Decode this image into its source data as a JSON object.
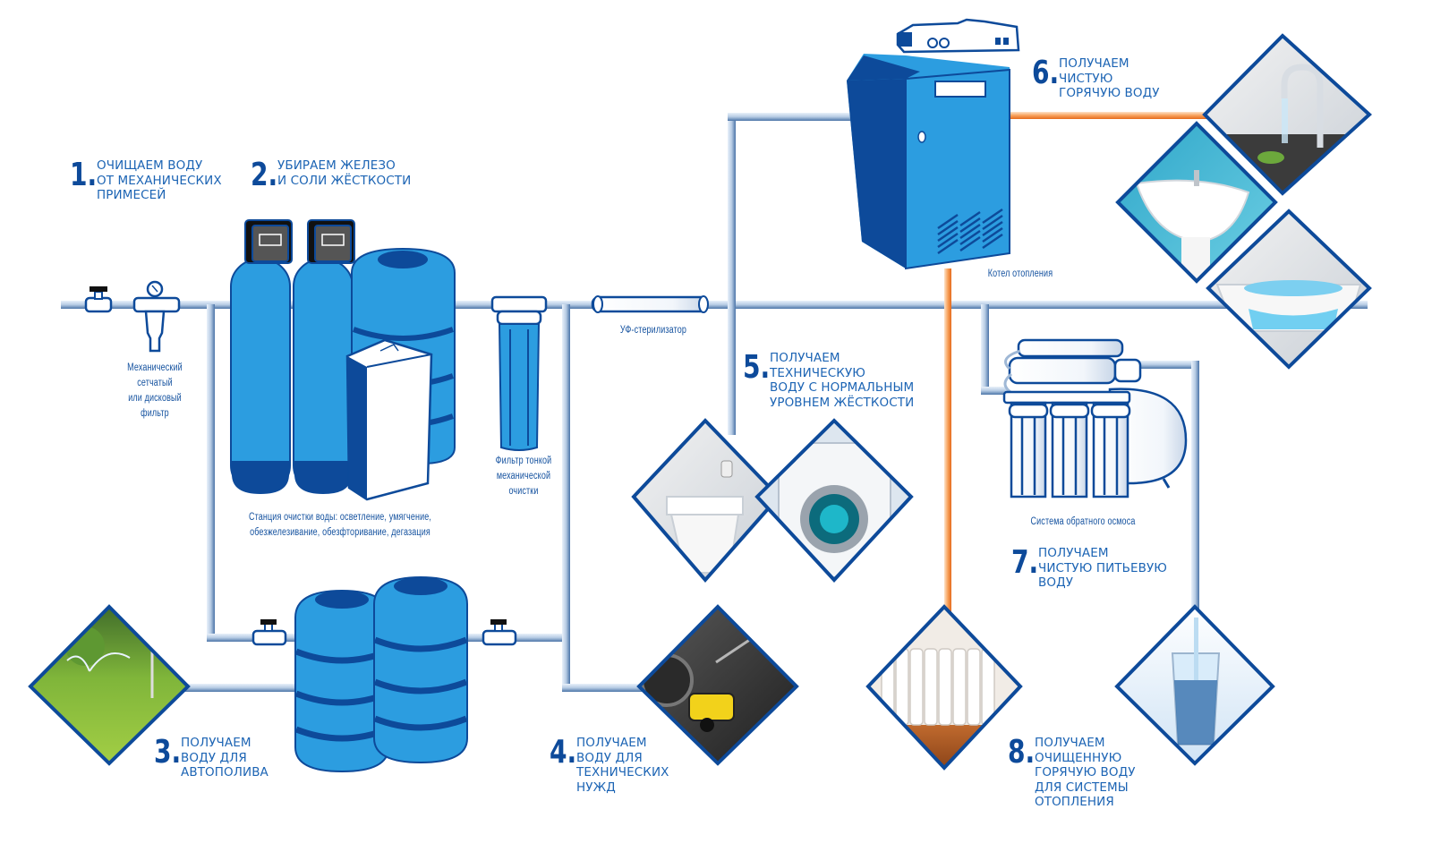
{
  "title": "Схема системы водоочистки",
  "colors": {
    "pipe": "#9fb8d6",
    "pipe_dark": "#3e6aa3",
    "hot_pipe": "#f08a3c",
    "equipment_blue": "#2c9de0",
    "equipment_dark": "#0d4a9a",
    "label_text": "#1c64b4",
    "number": "#0d4a9a"
  },
  "steps": [
    {
      "number": "1.",
      "text": "Очищаем воду\nот механических\nпримесей"
    },
    {
      "number": "2.",
      "text": "Убираем железо\nи соли жёсткости"
    },
    {
      "number": "3.",
      "text": "Получаем\nводу для\nавтополива"
    },
    {
      "number": "4.",
      "text": "Получаем\nводу для\nтехнических\nнужд"
    },
    {
      "number": "5.",
      "text": "Получаем\nтехническую\nводу с нормальным\nуровнем жёсткости"
    },
    {
      "number": "6.",
      "text": "Получаем\nчистую\nгорячую воду"
    },
    {
      "number": "7.",
      "text": "Получаем\nчистую питьевую\nводу"
    },
    {
      "number": "8.",
      "text": "Получаем\nочищенную\nгорячую воду\nдля системы\nотопления"
    }
  ],
  "captions": {
    "mechanical_filter": "Механический\nсетчатый\nили дисковый\nфильтр",
    "treatment_station": "Станция очистки воды: осветление, умягчение,\nобезжелезивание, обезфторивание, дегазация",
    "fine_filter": "Фильтр тонкой\nмеханической\nочистки",
    "uv_sterilizer": "УФ-стерилизатор",
    "boiler": "Котел отопления",
    "reverse_osmosis": "Система обратного осмоса"
  },
  "photos": [
    {
      "id": "kitchen-faucet",
      "label": "kitchen faucet"
    },
    {
      "id": "sink",
      "label": "bathroom sink"
    },
    {
      "id": "bathtub",
      "label": "jacuzzi bathtub"
    },
    {
      "id": "toilet",
      "label": "toilet"
    },
    {
      "id": "washing-machine",
      "label": "washing machine"
    },
    {
      "id": "lawn-sprinkler",
      "label": "lawn sprinkler"
    },
    {
      "id": "pressure-washer",
      "label": "pressure washer"
    },
    {
      "id": "radiator",
      "label": "radiator"
    },
    {
      "id": "water-glass",
      "label": "glass of water"
    }
  ]
}
